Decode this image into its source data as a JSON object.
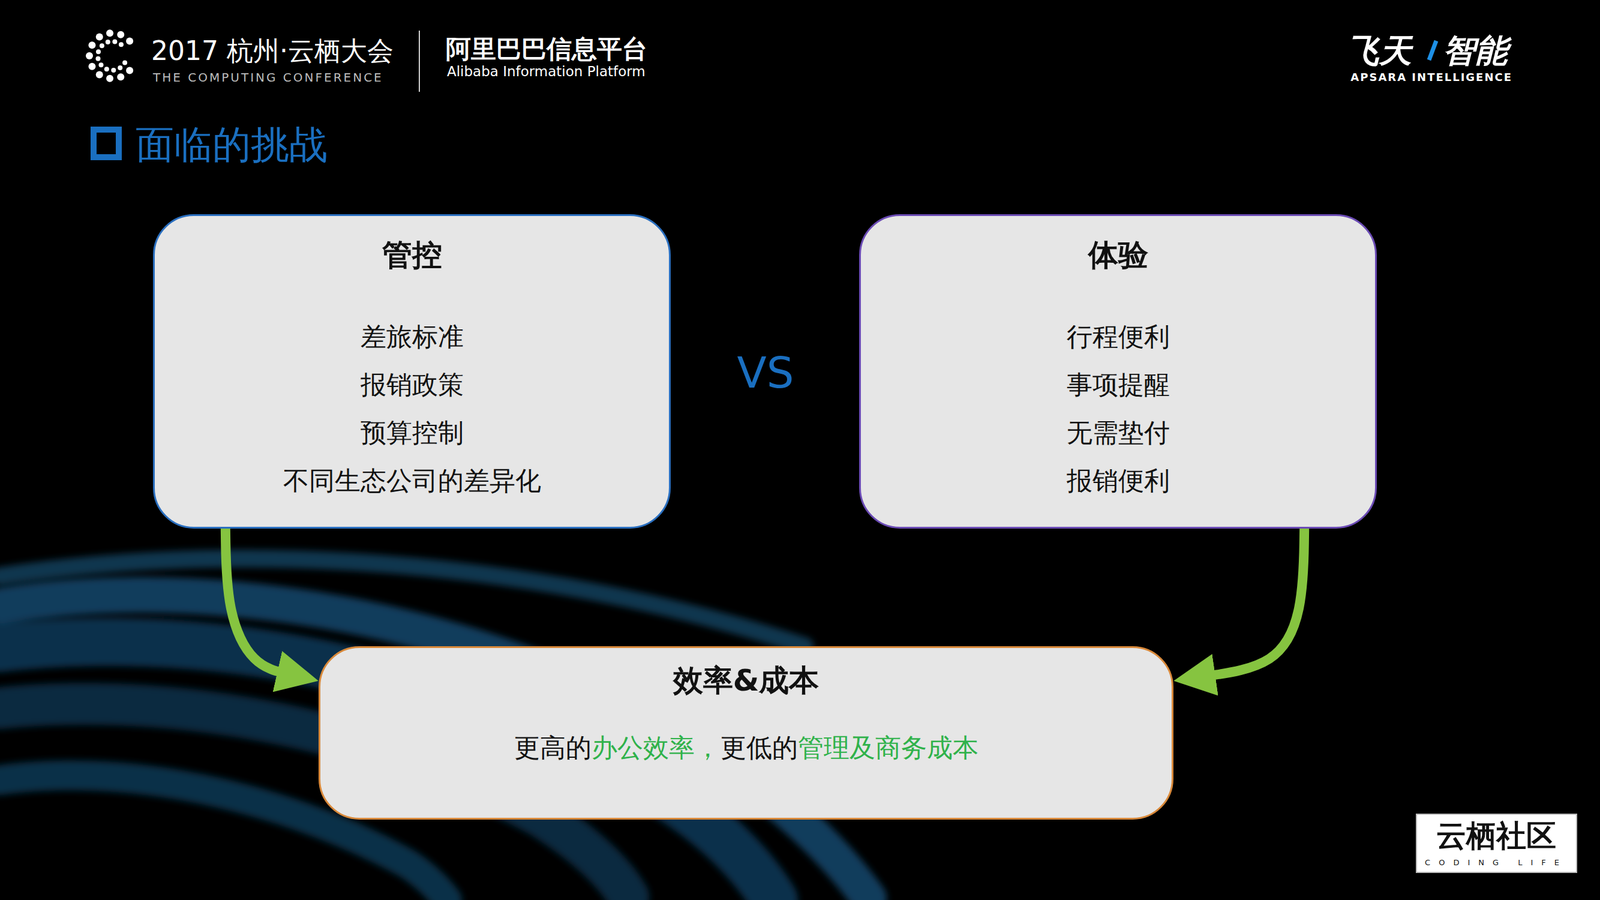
{
  "diagram": {
    "title": "面临的挑战",
    "nodes": [
      {
        "text": [
          "管控",
          "差旅标准",
          "报销政策",
          "预算控制",
          "不同生态公司的差异化"
        ]
      },
      {
        "text": [
          "体验",
          "行程便利",
          "事项提醒",
          "无需垫付",
          "报销便利"
        ]
      },
      {
        "text": [
          "效率&成本",
          "更高的",
          "办公效率，",
          "更低的",
          "管理及商务成本"
        ]
      }
    ],
    "edges": [
      {
        "from": 0,
        "to": 2,
        "arrow": "to"
      },
      {
        "from": 1,
        "to": 2,
        "arrow": "to"
      }
    ],
    "labels": [
      "2017 杭州·云栖大会",
      "THE COMPUTING CONFERENCE",
      "阿里巴巴信息平台",
      "Alibaba Information Platform",
      "飞天",
      "智能",
      "APSARA INTELLIGENCE",
      "VS",
      "云栖社区",
      "CODING LIFE"
    ]
  }
}
